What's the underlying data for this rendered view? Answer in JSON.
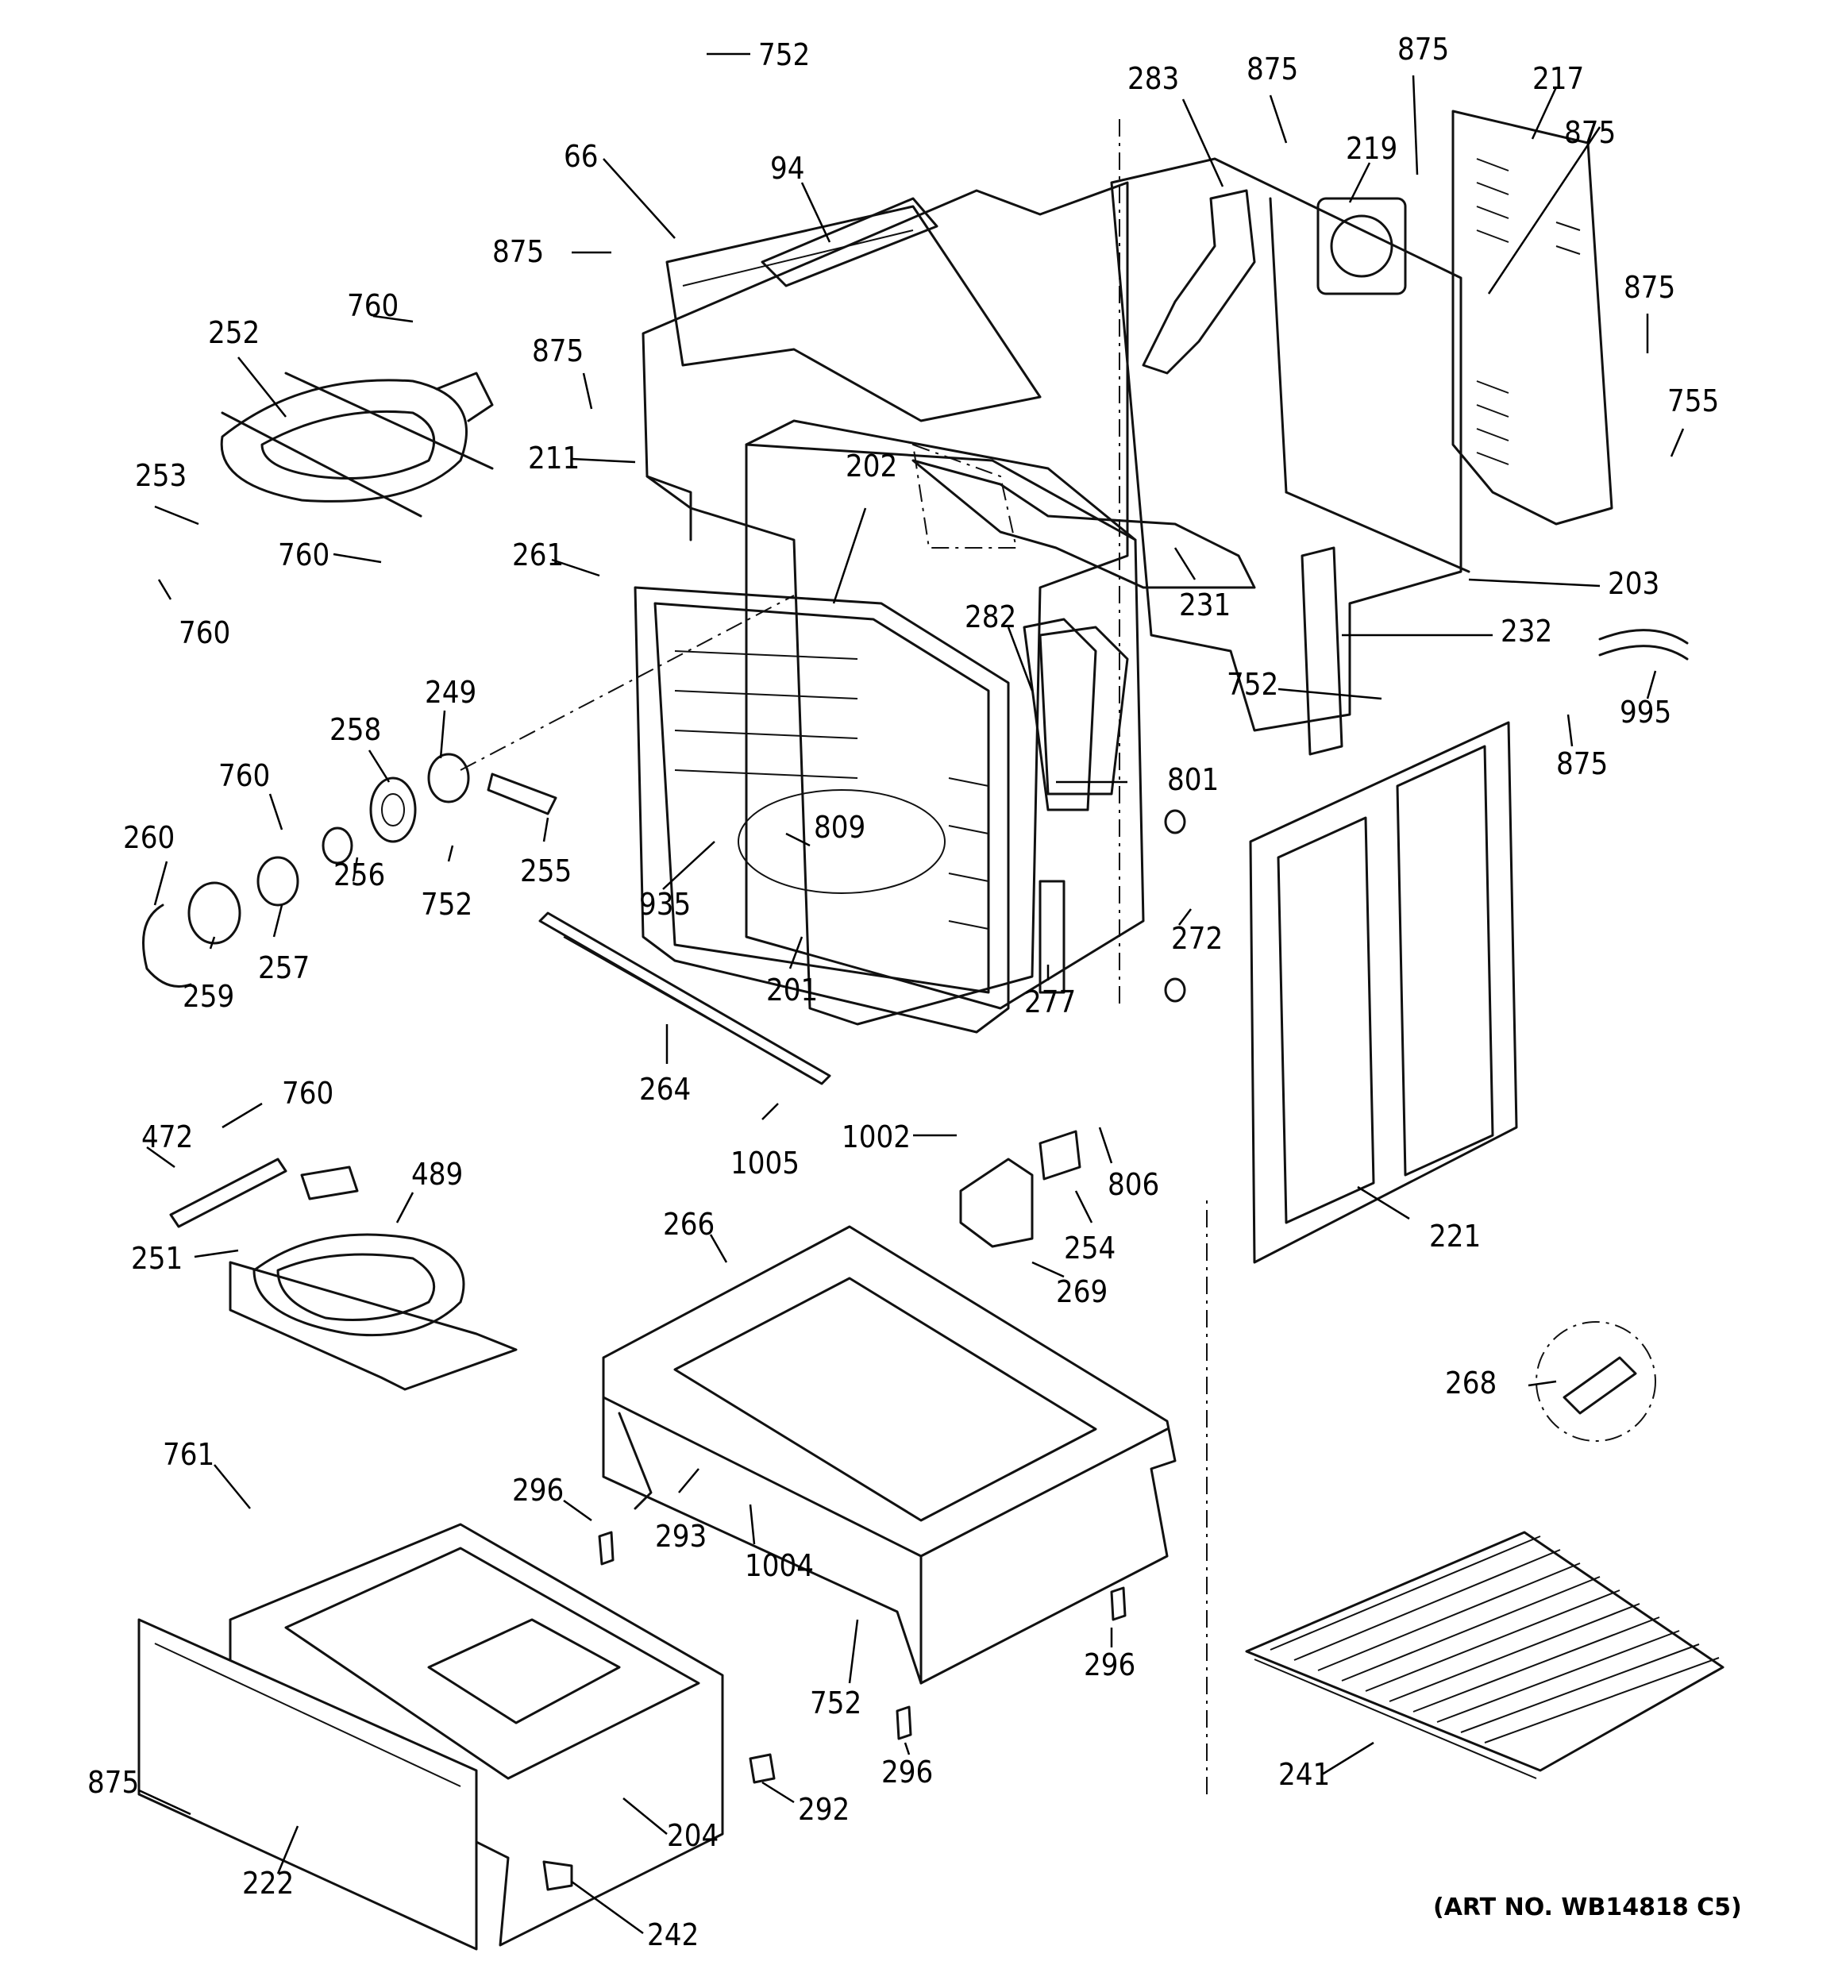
{
  "art_number": "(ART NO. WB14818 C5)",
  "callouts": {
    "c66": "66",
    "c94": "94",
    "c752_top": "752",
    "c875_a": "875",
    "c875_b": "875",
    "c211": "211",
    "c252": "252",
    "c760_a": "760",
    "c253": "253",
    "c760_b": "760",
    "c760_c": "760",
    "c261": "261",
    "c202": "202",
    "c283": "283",
    "c875_c": "875",
    "c875_d": "875",
    "c219": "219",
    "c217": "217",
    "c875_e": "875",
    "c875_f": "875",
    "c755": "755",
    "c203": "203",
    "c231": "231",
    "c232": "232",
    "c282": "282",
    "c752_mid": "752",
    "c995": "995",
    "c875_g": "875",
    "c801": "801",
    "c249": "249",
    "c258": "258",
    "c760_d": "760",
    "c260": "260",
    "c256": "256",
    "c255": "255",
    "c752_left": "752",
    "c809": "809",
    "c935": "935",
    "c257": "257",
    "c259": "259",
    "c201": "201",
    "c272": "272",
    "c277": "277",
    "c264": "264",
    "c760_e": "760",
    "c472": "472",
    "c489": "489",
    "c251": "251",
    "c1005": "1005",
    "c1002": "1002",
    "c806": "806",
    "c254": "254",
    "c221": "221",
    "c266": "266",
    "c269": "269",
    "c268": "268",
    "c761": "761",
    "c296_a": "296",
    "c293": "293",
    "c1004": "1004",
    "c296_b": "296",
    "c752_bot": "752",
    "c296_c": "296",
    "c241": "241",
    "c875_h": "875",
    "c292": "292",
    "c204": "204",
    "c222": "222",
    "c242": "242"
  }
}
